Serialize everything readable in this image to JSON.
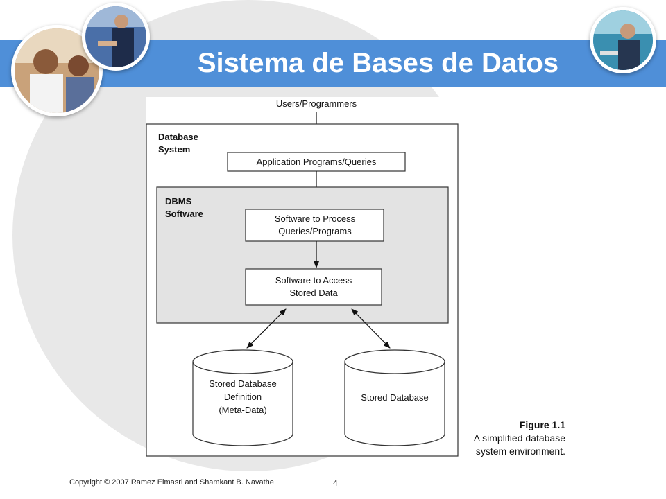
{
  "slide": {
    "title": "Sistema de Bases de Datos",
    "footer": "Copyright © 2007 Ramez Elmasri and Shamkant B. Navathe",
    "page_number": "4"
  },
  "diagram": {
    "top_label": "Users/Programmers",
    "outer_box_label_line1": "Database",
    "outer_box_label_line2": "System",
    "app_box": "Application Programs/Queries",
    "dbms_label_line1": "DBMS",
    "dbms_label_line2": "Software",
    "process_box_line1": "Software to Process",
    "process_box_line2": "Queries/Programs",
    "access_box_line1": "Software to Access",
    "access_box_line2": "Stored Data",
    "cyl_left_line1": "Stored Database",
    "cyl_left_line2": "Definition",
    "cyl_left_line3": "(Meta-Data)",
    "cyl_right": "Stored Database"
  },
  "caption": {
    "figure": "Figure 1.1",
    "line1": "A simplified database",
    "line2": "system environment."
  },
  "colors": {
    "band": "#4f8fd8",
    "dbms_fill": "#e3e3e3",
    "bg_circle": "#e8e8e8"
  }
}
